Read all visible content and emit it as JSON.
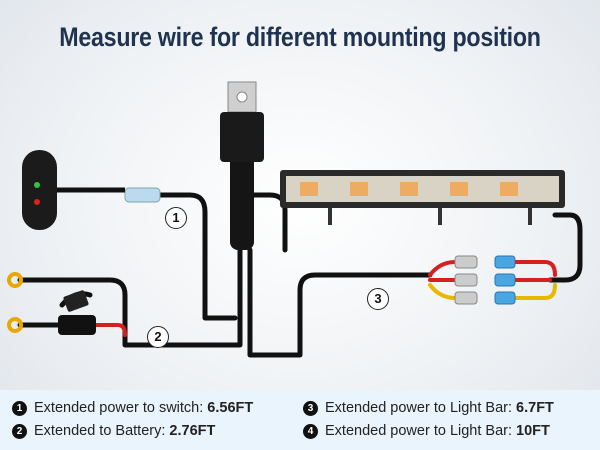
{
  "title": "Measure wire for different mounting position",
  "callouts": [
    "1",
    "2",
    "3"
  ],
  "legend": [
    {
      "num": "1",
      "text": "Extended power to switch:",
      "value": "6.56FT"
    },
    {
      "num": "2",
      "text": "Extended to Battery:",
      "value": "2.76FT"
    },
    {
      "num": "3",
      "text": "Extended power to Light Bar:",
      "value": "6.7FT"
    },
    {
      "num": "4",
      "text": "Extended power to Light Bar:",
      "value": "10FT"
    }
  ],
  "colors": {
    "title": "#1f3350",
    "wire": "#111111",
    "red_wire": "#d62020",
    "yellow_wire": "#e8b800",
    "terminal": "#e8a800",
    "legend_bg": "#eaf4fc"
  }
}
